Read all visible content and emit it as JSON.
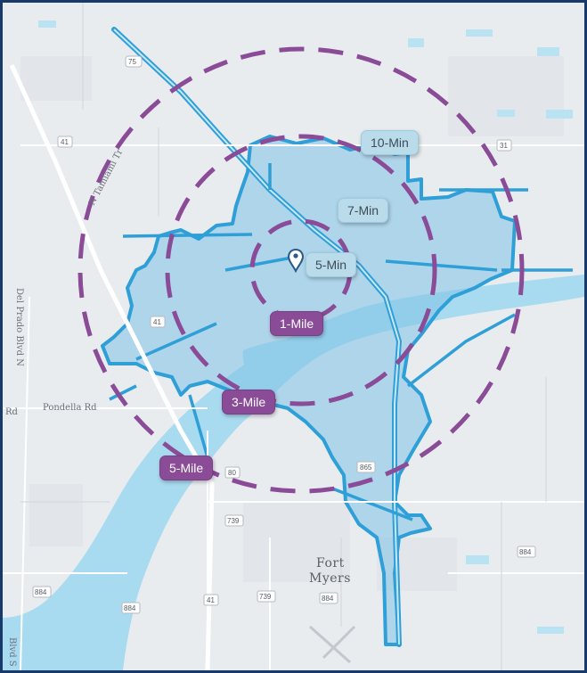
{
  "map": {
    "colors": {
      "land": "#e9ecef",
      "water": "#a8dbef",
      "drive_fill": "#7fc3e6",
      "drive_stroke": "#2f9fd8",
      "ring": "#8a4b97",
      "frame": "#173a6b"
    },
    "marker": {
      "icon": "map-pin-icon"
    },
    "drive_time_labels": [
      "10-Min",
      "7-Min",
      "5-Min"
    ],
    "radius_labels": [
      "1-Mile",
      "3-Mile",
      "5-Mile"
    ],
    "place_labels": {
      "city": [
        "Fort",
        "Myers"
      ],
      "roads": [
        "N Tamiami Tr",
        "Del Prado Blvd N",
        "Pondella Rd",
        "Blvd S",
        "Rd"
      ],
      "shields": [
        "75",
        "41",
        "41",
        "41",
        "31",
        "80",
        "865",
        "739",
        "739",
        "884",
        "884",
        "884",
        "884"
      ]
    }
  }
}
